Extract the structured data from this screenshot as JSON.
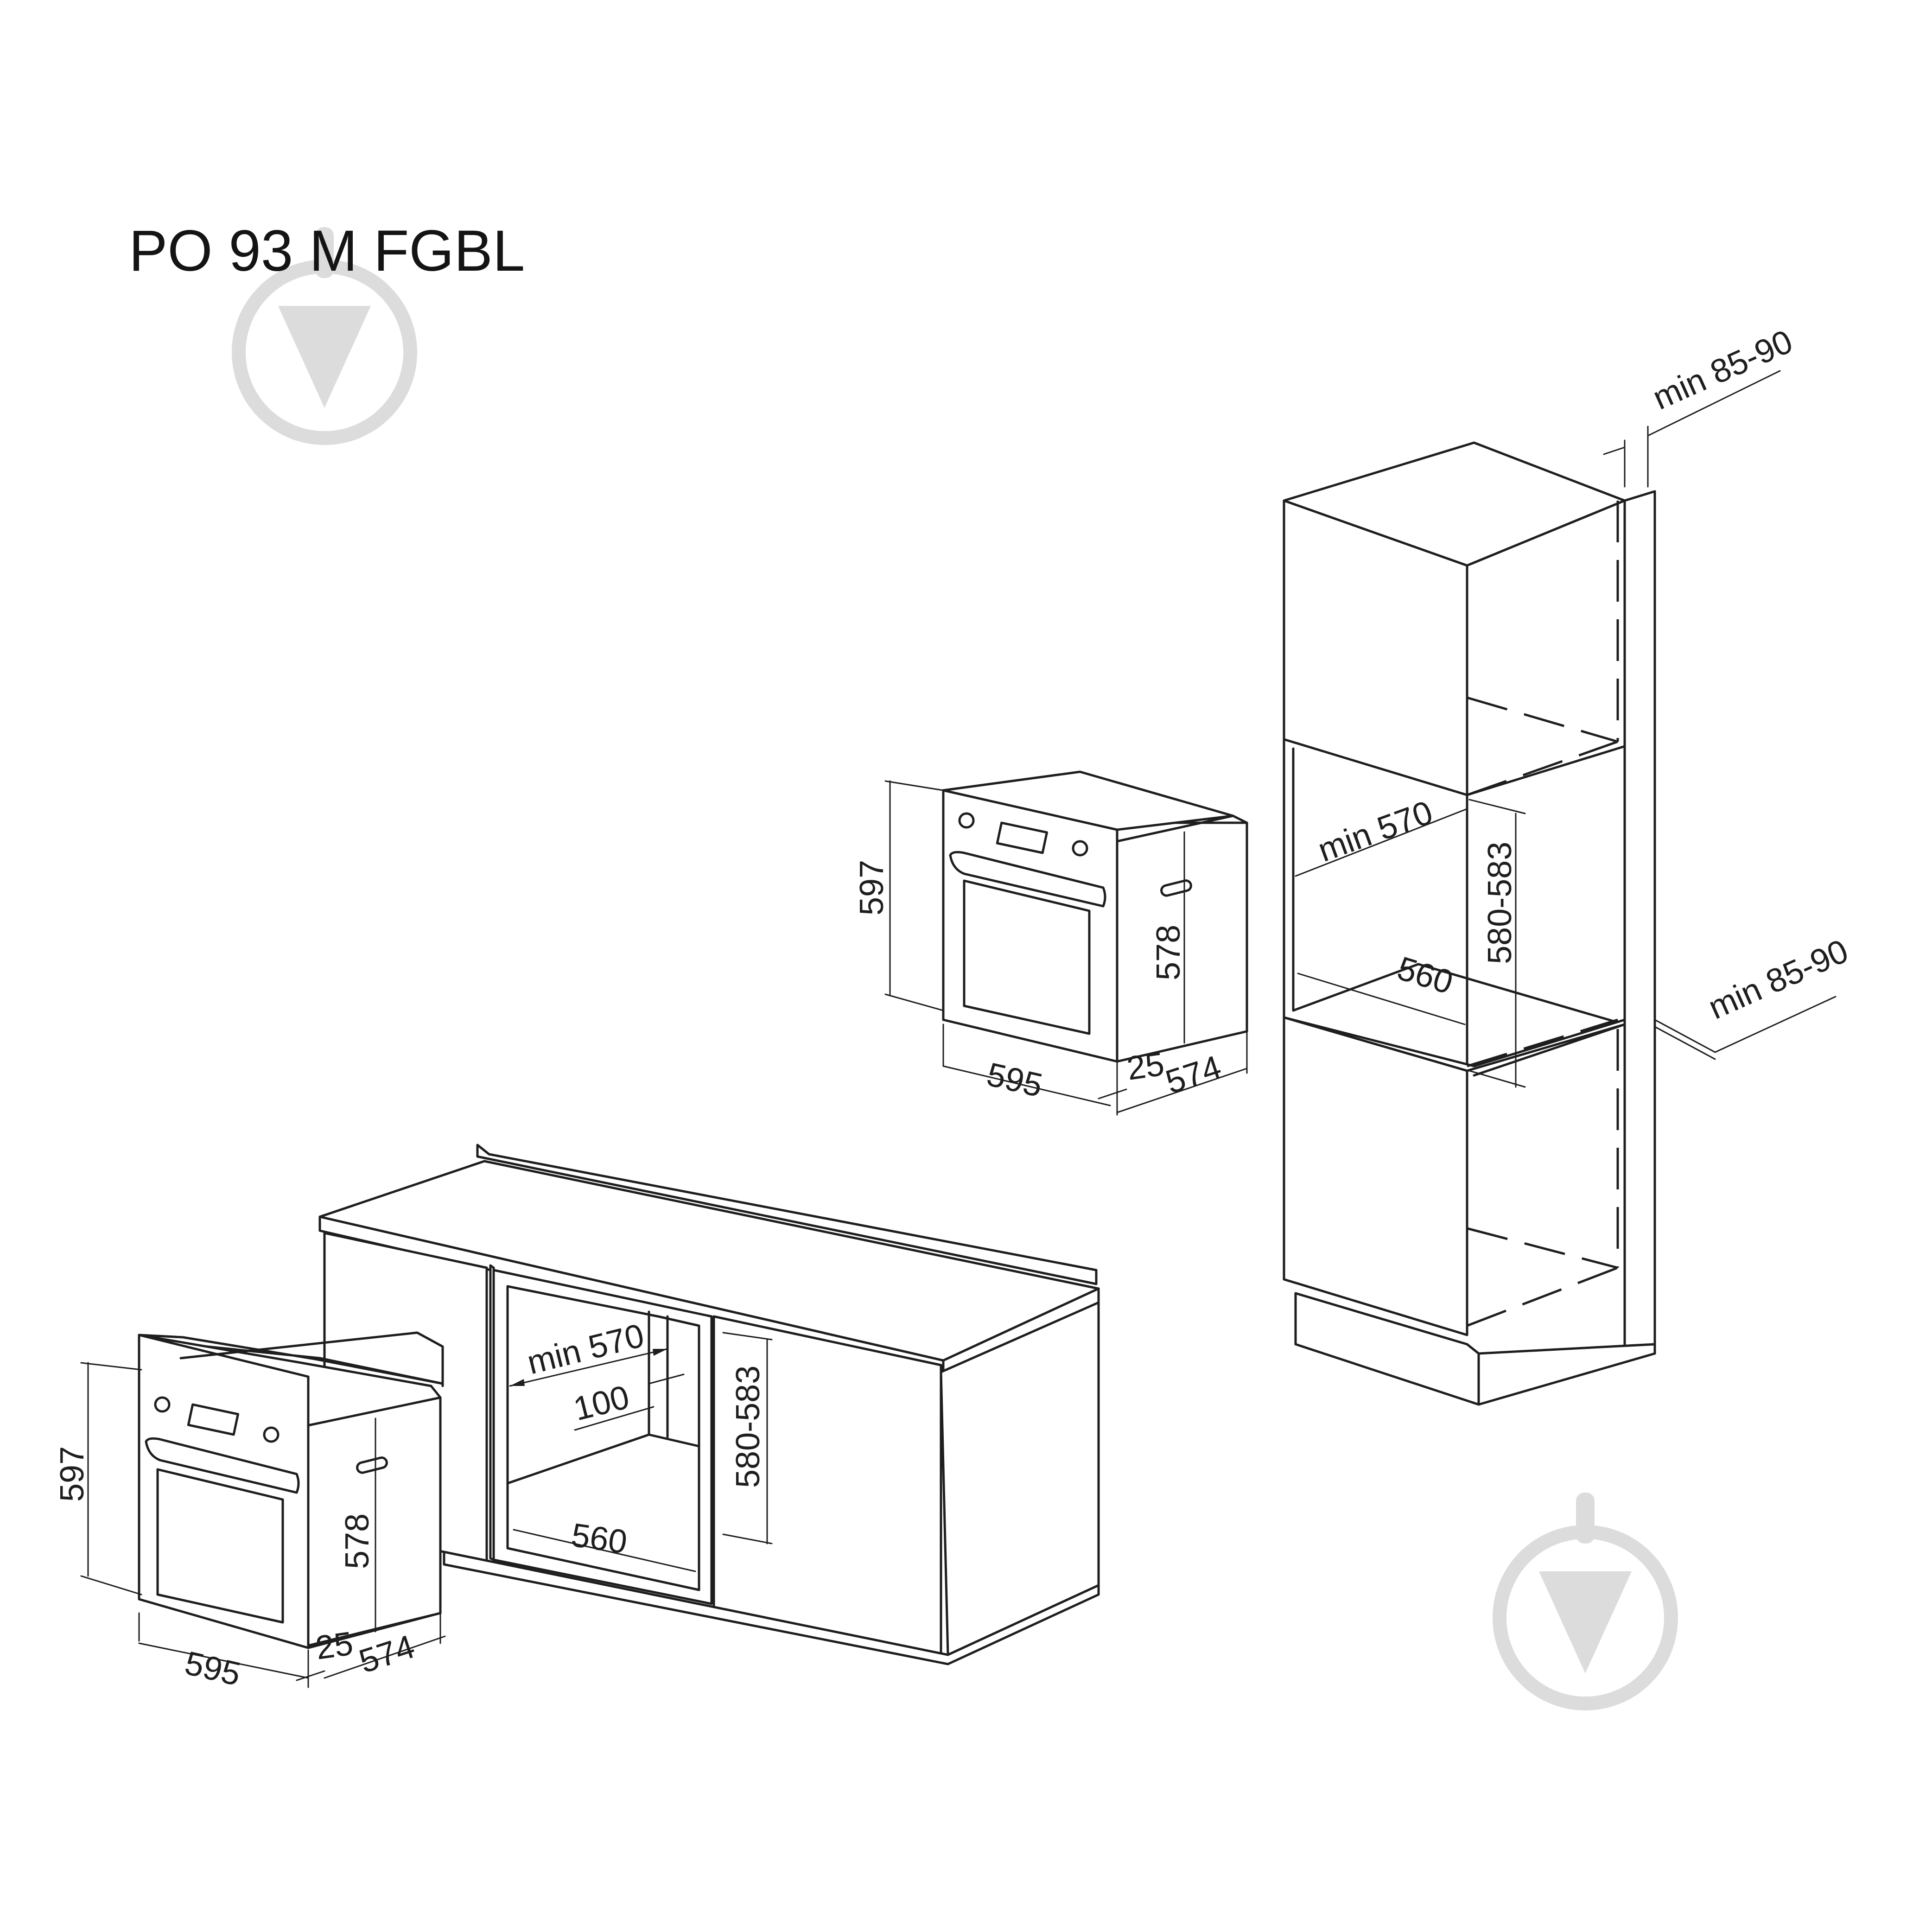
{
  "title": "PO 93 M FGBL",
  "watermark": {
    "icon": "download-arrow-in-circle-icon",
    "color": "#dcdcdc"
  },
  "oven_front_view": {
    "height": "597",
    "front_height": "578",
    "width": "595",
    "door_depth": "25",
    "body_depth": "574"
  },
  "oven_tall_unit_view": {
    "height": "597",
    "front_height": "578",
    "width": "595",
    "door_depth": "25",
    "body_depth": "574"
  },
  "undercounter_niche": {
    "min_width": "min 570",
    "back_gap": "100",
    "height": "580-583",
    "depth": "560"
  },
  "tall_column_niche": {
    "top_vent": "min 85-90",
    "min_width": "min 570",
    "height": "580-583",
    "depth": "560",
    "bottom_vent": "min 85-90"
  }
}
